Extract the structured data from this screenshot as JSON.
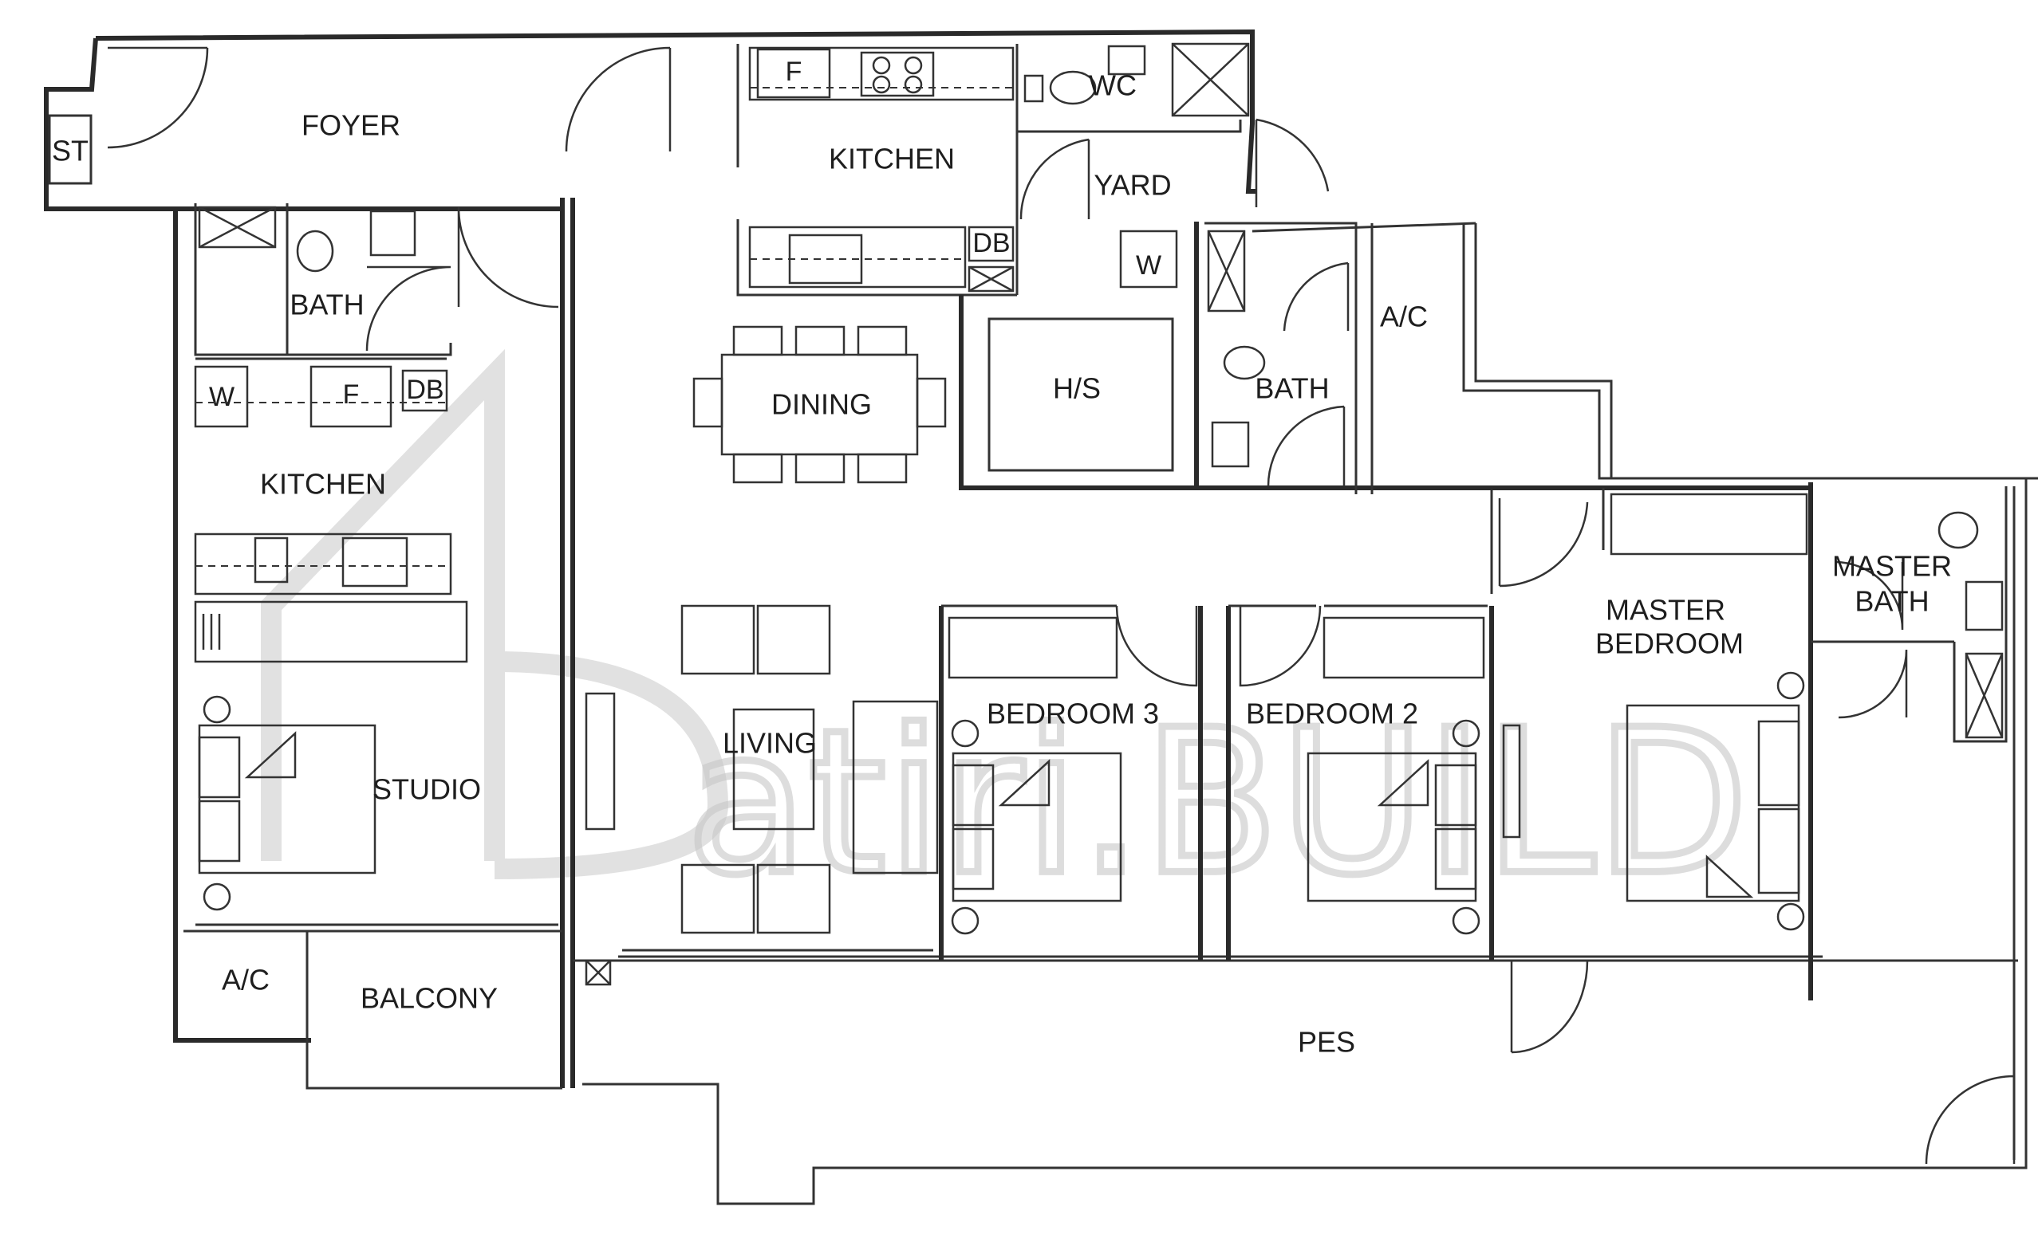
{
  "rooms": {
    "foyer": "FOYER",
    "store": "ST",
    "kitchen_main": "KITCHEN",
    "wc": "WC",
    "yard": "YARD",
    "household_shelter": "H/S",
    "dining": "DINING",
    "bath_studio": "BATH",
    "kitchen_studio": "KITCHEN",
    "studio": "STUDIO",
    "ac_left": "A/C",
    "balcony": "BALCONY",
    "bath_common": "BATH",
    "ac_right": "A/C",
    "living": "LIVING",
    "bedroom3": "BEDROOM 3",
    "bedroom2": "BEDROOM 2",
    "master_bedroom_line1": "MASTER",
    "master_bedroom_line2": "BEDROOM",
    "master_bath_line1": "MASTER",
    "master_bath_line2": "BATH",
    "pes": "PES"
  },
  "fixtures": {
    "fridge": "F",
    "fridge_studio": "F",
    "washer": "W",
    "washer_yard": "W",
    "db_main": "DB",
    "db_studio": "DB"
  },
  "watermark": {
    "text": "atiri.BUILD"
  },
  "colors": {
    "wall": "#2a2a2a",
    "watermark": "#c8c8c8",
    "background": "#ffffff"
  }
}
